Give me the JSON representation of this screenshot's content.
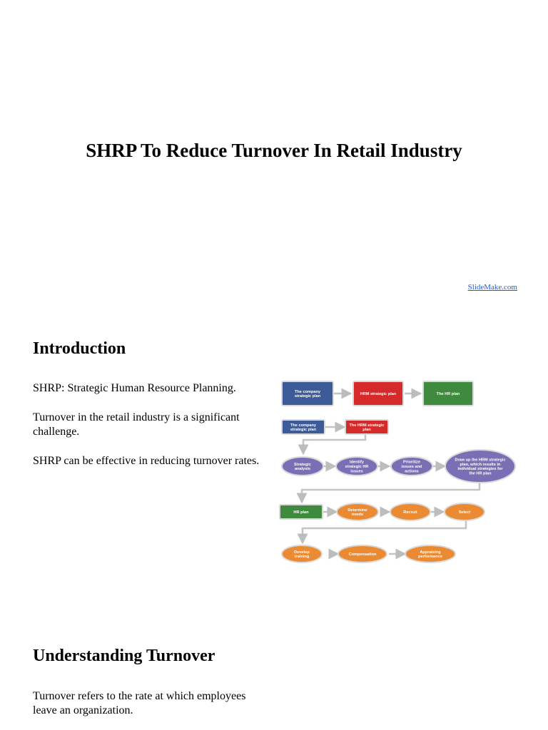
{
  "slide1": {
    "title": "SHRP To Reduce Turnover In Retail Industry",
    "credit": "SlideMake.com"
  },
  "slide2": {
    "heading": "Introduction",
    "paragraphs": [
      "SHRP: Strategic Human Resource Planning.",
      "Turnover in the retail industry is a significant challenge.",
      "SHRP can be effective in reducing turnover rates."
    ],
    "diagram": {
      "colors": {
        "blue": "#3d5a99",
        "red": "#d42a2a",
        "green": "#3f8a3f",
        "purple": "#7a6fb5",
        "orange": "#ea8a33"
      },
      "row1": [
        "The company strategic plan",
        "HRM strategic plan",
        "The HR plan"
      ],
      "row2": [
        "The company strategic plan",
        "The HRM strategic plan"
      ],
      "row3": [
        "Strategic analysis",
        "Identify strategic HR issues",
        "Prioritize issues and actions",
        "Draw up the HRM strategic plan, which results in individual strategies for the HR plan"
      ],
      "row4": [
        "HR plan",
        "Determine needs",
        "Recruit",
        "Select"
      ],
      "row5": [
        "Develop training",
        "Compensation",
        "Appraising performance"
      ]
    }
  },
  "slide3": {
    "heading": "Understanding Turnover",
    "paragraphs": [
      "Turnover refers to the rate at which employees leave an organization."
    ]
  }
}
